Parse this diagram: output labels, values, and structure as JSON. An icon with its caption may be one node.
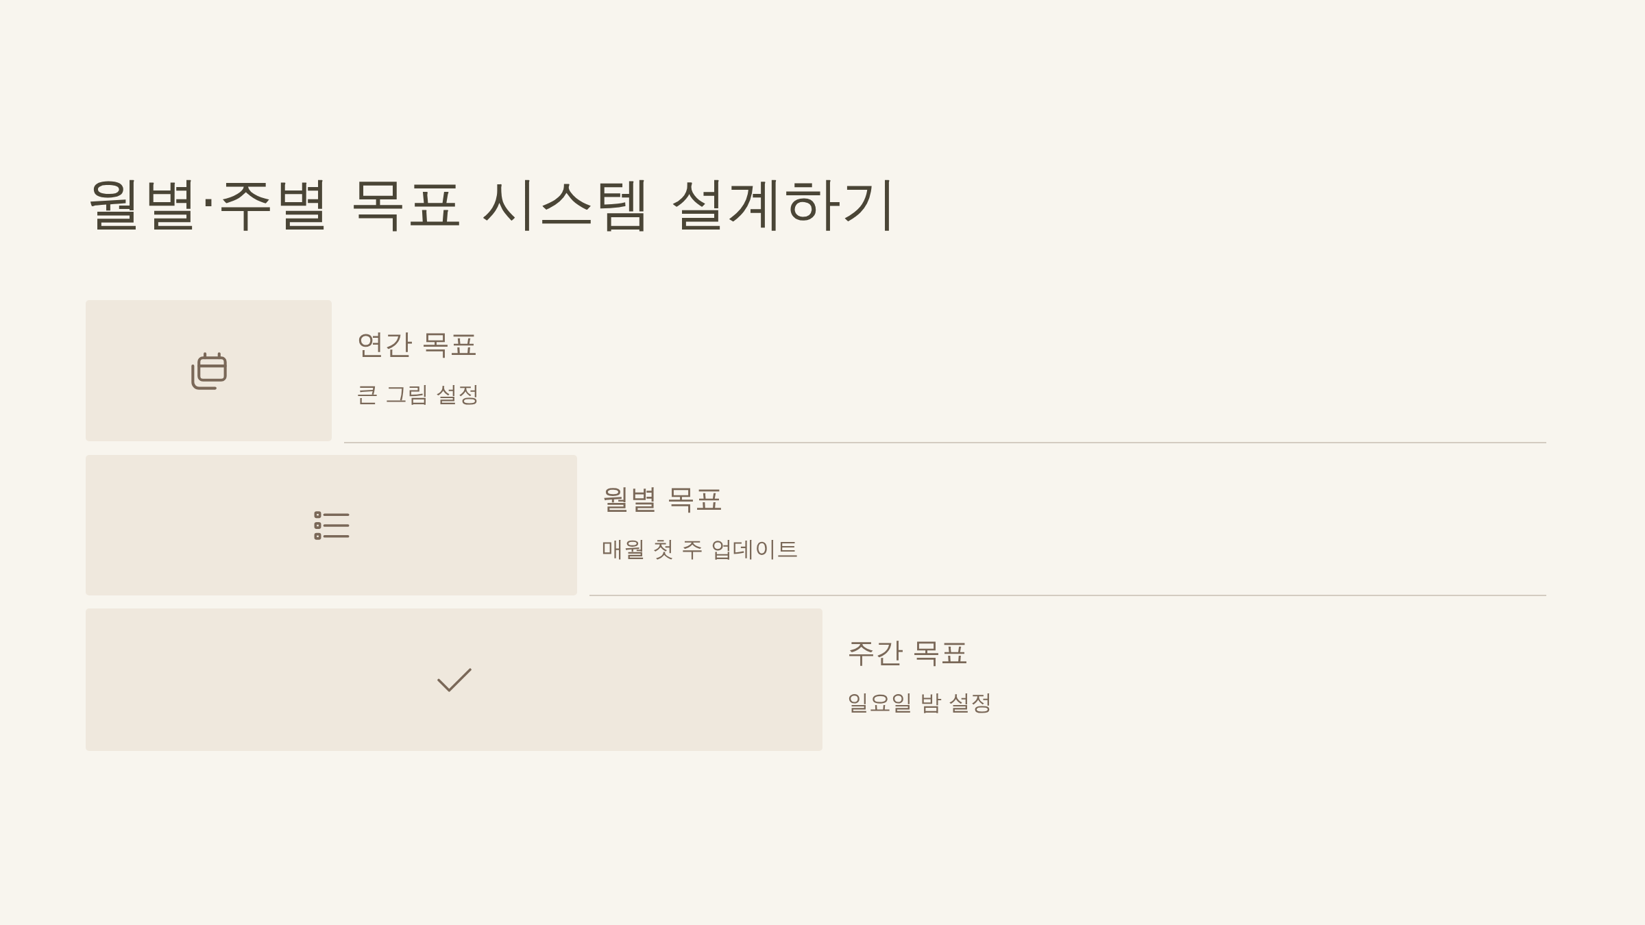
{
  "diagram": {
    "title": "월별·주별 목표 시스템 설계하기",
    "nodes": [
      {
        "text": [],
        "shape": "bar",
        "beside": [
          "연간 목표",
          "큰 그림 설정"
        ]
      },
      {
        "text": [],
        "shape": "bar",
        "beside": [
          "월별 목표",
          "매월 첫 주 업데이트"
        ]
      },
      {
        "text": [],
        "shape": "bar",
        "beside": [
          "주간 목표",
          "일요일 밤 설정"
        ]
      }
    ],
    "edges": []
  }
}
